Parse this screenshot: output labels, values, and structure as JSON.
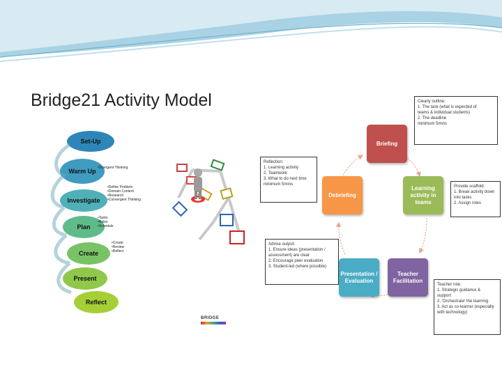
{
  "slide": {
    "title": "Bridge21 Activity Model"
  },
  "stages": [
    {
      "label": "Set-Up",
      "color": "#2e86b8"
    },
    {
      "label": "Warm Up",
      "color": "#3f9bc0"
    },
    {
      "label": "Investigate",
      "color": "#4fb0b8"
    },
    {
      "label": "Plan",
      "color": "#5fbb8a"
    },
    {
      "label": "Create",
      "color": "#79c266"
    },
    {
      "label": "Present",
      "color": "#8fc84a"
    },
    {
      "label": "Reflect",
      "color": "#a6cf36"
    }
  ],
  "stage_bullets": {
    "warm_up": "•Divergent Thinking",
    "investigate": "•Define Problem\n•Domain Content\n•Research\n•Convergent Thinking",
    "plan": "•Tasks\n•Roles\n•Schedule",
    "create": "•Create\n•Review\n•Reflect"
  },
  "logo_text": "BRIDGE",
  "cycle": {
    "boxes": [
      {
        "label": "Briefing",
        "color": "#c0504d"
      },
      {
        "label": "Learning activity in teams",
        "color": "#9bbb59"
      },
      {
        "label": "Teacher Facilitation",
        "color": "#8064a2"
      },
      {
        "label": "Presentation / Evaluation",
        "color": "#4bacc6"
      },
      {
        "label": "Debriefing",
        "color": "#f79646"
      }
    ],
    "arrow_color": "#e8a58a"
  },
  "notes": {
    "top_right": [
      "Clearly outline:",
      "1.  The task (what is expected of",
      "     teams & individual students)",
      "2.  The deadline",
      "                       minimum 5mins"
    ],
    "right": [
      "Provide scaffold:",
      "1.  Break activity down",
      "     into tasks",
      "2.  Assign roles"
    ],
    "bottom_right": [
      "Teacher role:",
      "1.  Strategic guidance &",
      "     support",
      "2.  'Orchestrate' the learning",
      "3.  Act as co-learner (especially",
      "     with technology)"
    ],
    "bottom_left": [
      "Advise output:",
      "1.  Ensure ideas (presentation /",
      "     assessment) are clear",
      "2.  Encourage peer evaluation",
      "3.  Student-led (where possible)"
    ],
    "left": [
      "Reflection:",
      "1.  Learning activity",
      "2.  Teamwork",
      "3.  What to do next time",
      "                minimum 5mins"
    ]
  }
}
